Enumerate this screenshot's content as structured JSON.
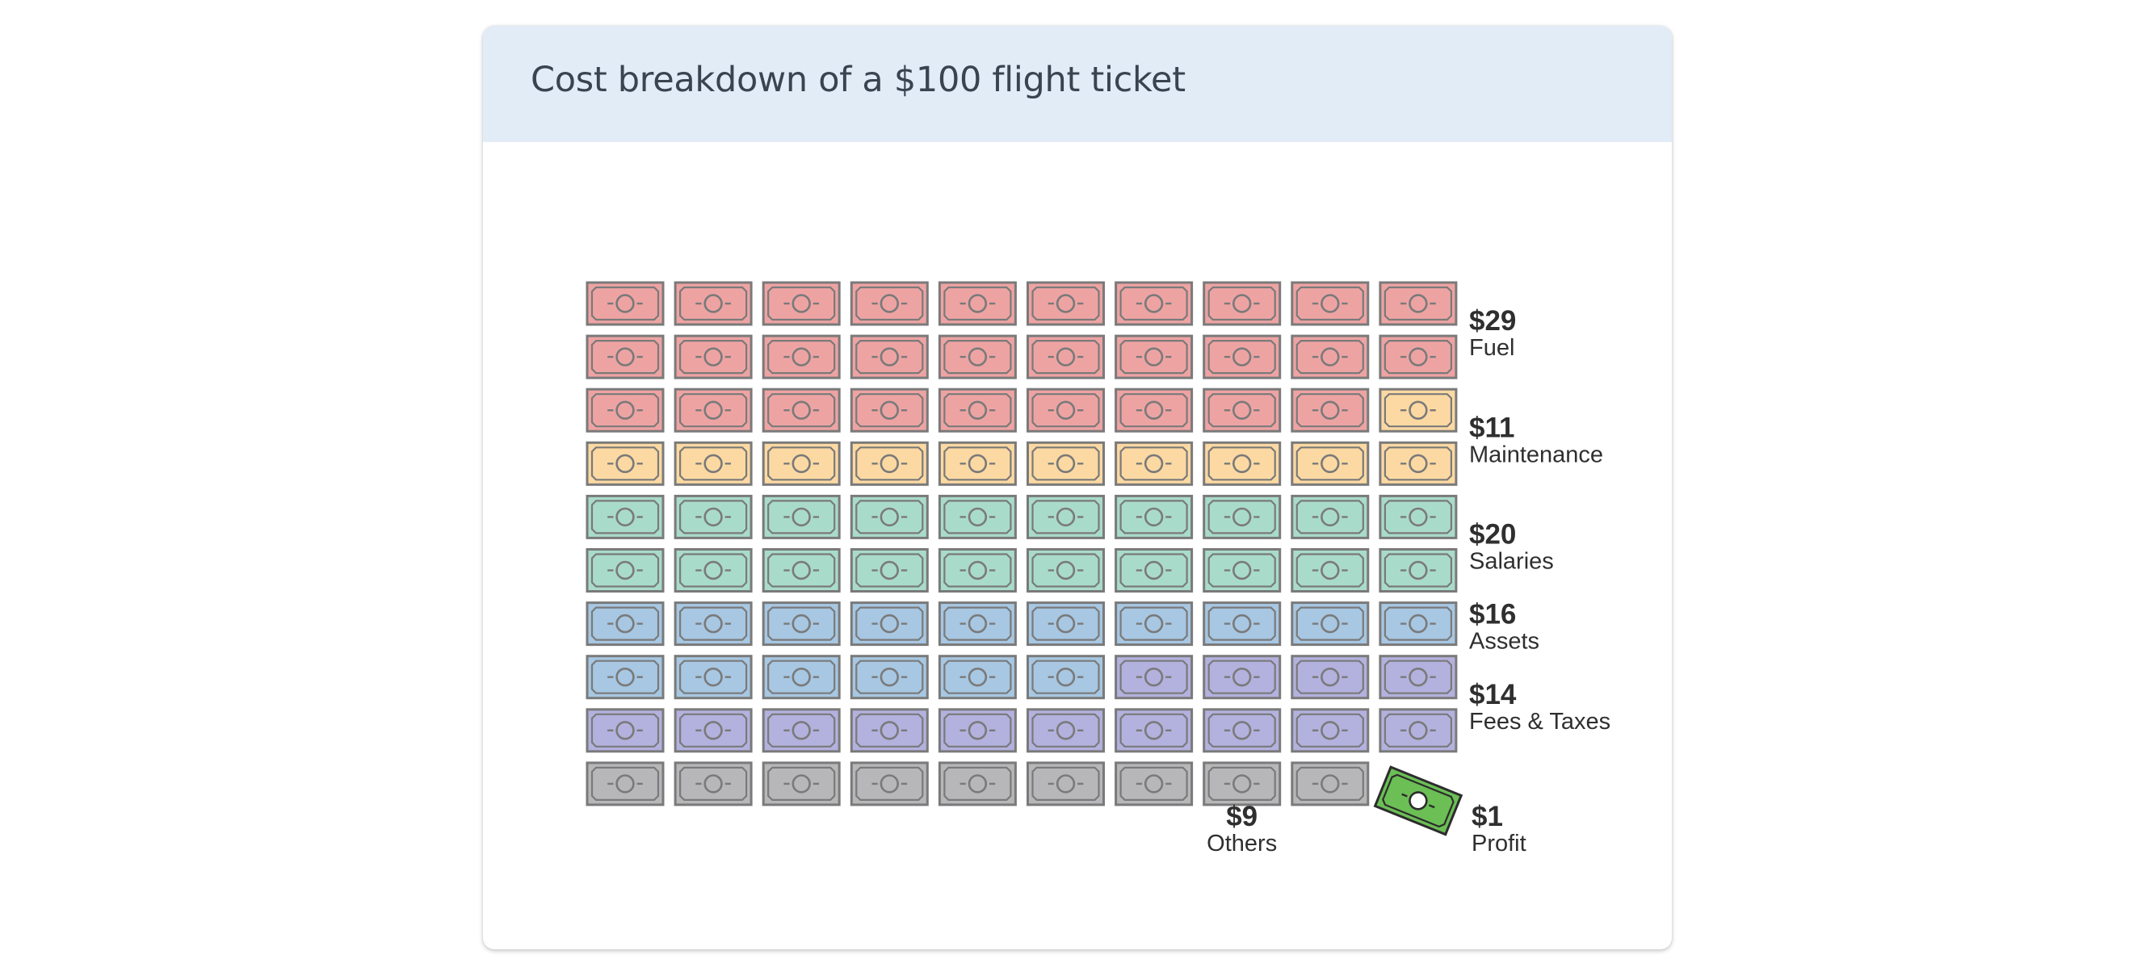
{
  "chart_data": {
    "type": "waffle",
    "title": "Cost breakdown of a $100 flight ticket",
    "unit_value": 1,
    "grid": {
      "rows": 10,
      "columns": 10
    },
    "categories": [
      {
        "name": "Fuel",
        "value": 29,
        "label": "$29",
        "color": "#eea3a3"
      },
      {
        "name": "Maintenance",
        "value": 11,
        "label": "$11",
        "color": "#fcd9a2"
      },
      {
        "name": "Salaries",
        "value": 20,
        "label": "$20",
        "color": "#a9dbca"
      },
      {
        "name": "Assets",
        "value": 16,
        "label": "$16",
        "color": "#a7c7e2"
      },
      {
        "name": "Fees & Taxes",
        "value": 14,
        "label": "$14",
        "color": "#b3b1de"
      },
      {
        "name": "Others",
        "value": 9,
        "label": "$9",
        "color": "#b7b7ba"
      },
      {
        "name": "Profit",
        "value": 1,
        "label": "$1",
        "color": "#6bbf55"
      }
    ],
    "colors": {
      "bill_stroke": "#7a7a7a",
      "profit_stroke": "#2c2c2c",
      "header_background": "#e2ecf7"
    },
    "icon": "banknote-icon"
  }
}
